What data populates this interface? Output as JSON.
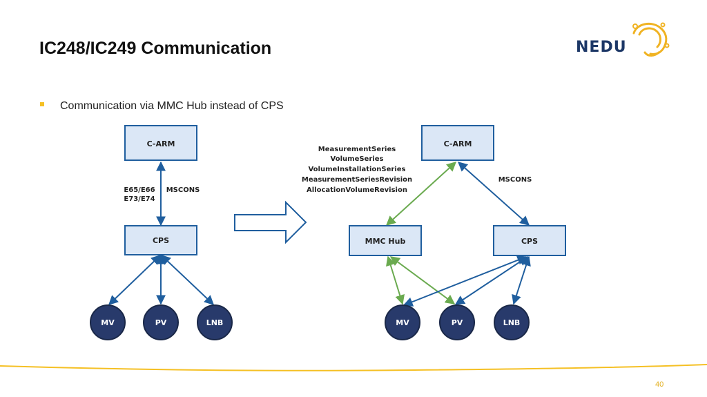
{
  "slide": {
    "title": "IC248/IC249 Communication",
    "bullet": "Communication via MMC Hub instead of CPS",
    "page_number": "40"
  },
  "logo": {
    "text": "NEDU"
  },
  "left_diagram": {
    "carm": "C-ARM",
    "cps": "CPS",
    "edge_label_left_line1": "E65/E66",
    "edge_label_left_line2": "E73/E74",
    "edge_label_right": "MSCONS",
    "mv": "MV",
    "pv": "PV",
    "lnb": "LNB"
  },
  "right_diagram": {
    "carm": "C-ARM",
    "mmc_hub": "MMC Hub",
    "cps": "CPS",
    "mv": "MV",
    "pv": "PV",
    "lnb": "LNB",
    "mscons_label": "MSCONS",
    "series_labels": [
      "MeasurementSeries",
      "VolumeSeries",
      "VolumeInstallationSeries",
      "MeasurementSeriesRevision",
      "AllocationVolumeRevision"
    ]
  },
  "colors": {
    "box_fill": "#dbe7f6",
    "box_border": "#1f5e9e",
    "blue_arrow": "#1f5e9e",
    "green_arrow": "#6aaa4f",
    "circle_fill": "#283a6b",
    "accent_yellow": "#f5c024",
    "logo_navy": "#1c3766"
  }
}
